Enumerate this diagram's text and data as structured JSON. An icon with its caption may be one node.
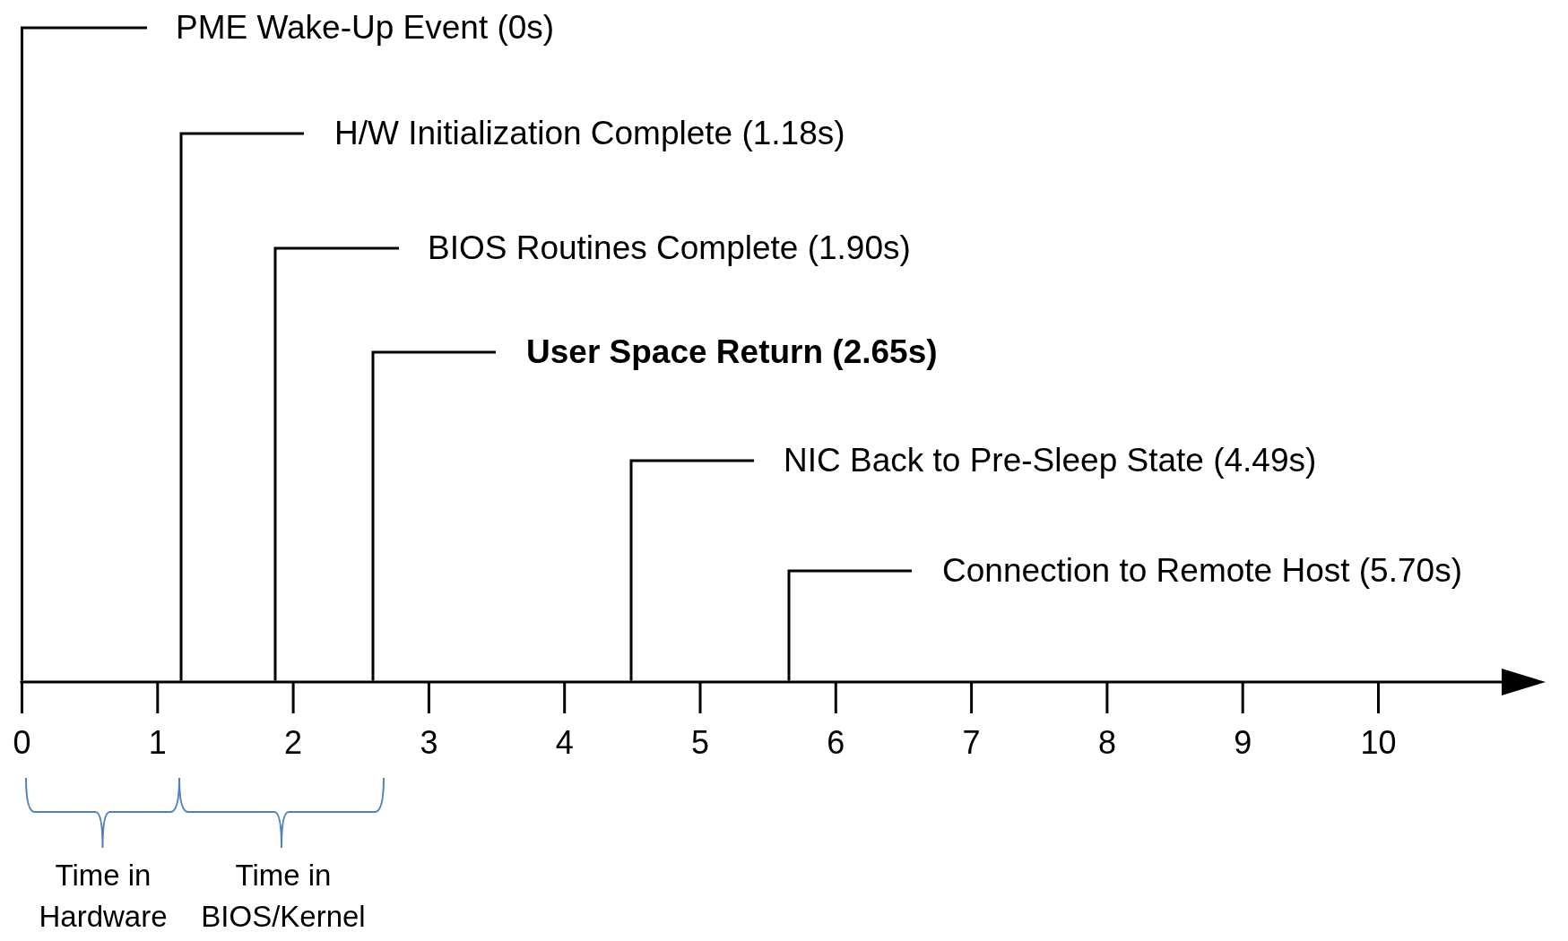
{
  "diagram": {
    "nodes": [
      {
        "text": [
          "PME Wake-Up Event (0s)"
        ]
      },
      {
        "text": [
          "H/W Initialization Complete (1.18s)"
        ]
      },
      {
        "text": [
          "BIOS Routines Complete (1.90s)"
        ]
      },
      {
        "text": [
          "User Space Return (2.65s)"
        ]
      },
      {
        "text": [
          "NIC Back to Pre-Sleep State (4.49s)"
        ]
      },
      {
        "text": [
          "Connection to Remote Host (5.70s)"
        ]
      },
      {
        "text": [],
        "shape": "bar"
      }
    ],
    "edges": [
      {
        "from": 0,
        "to": 6,
        "arrow": "none"
      },
      {
        "from": 1,
        "to": 6,
        "arrow": "none"
      },
      {
        "from": 2,
        "to": 6,
        "arrow": "none"
      },
      {
        "from": 3,
        "to": 6,
        "arrow": "none"
      },
      {
        "from": 4,
        "to": 6,
        "arrow": "none"
      },
      {
        "from": 5,
        "to": 6,
        "arrow": "none"
      }
    ],
    "labels": [
      "0",
      "1",
      "2",
      "3",
      "4",
      "5",
      "6",
      "7",
      "8",
      "9",
      "10",
      "Time in Hardware",
      "Time in BIOS/Kernel"
    ]
  }
}
